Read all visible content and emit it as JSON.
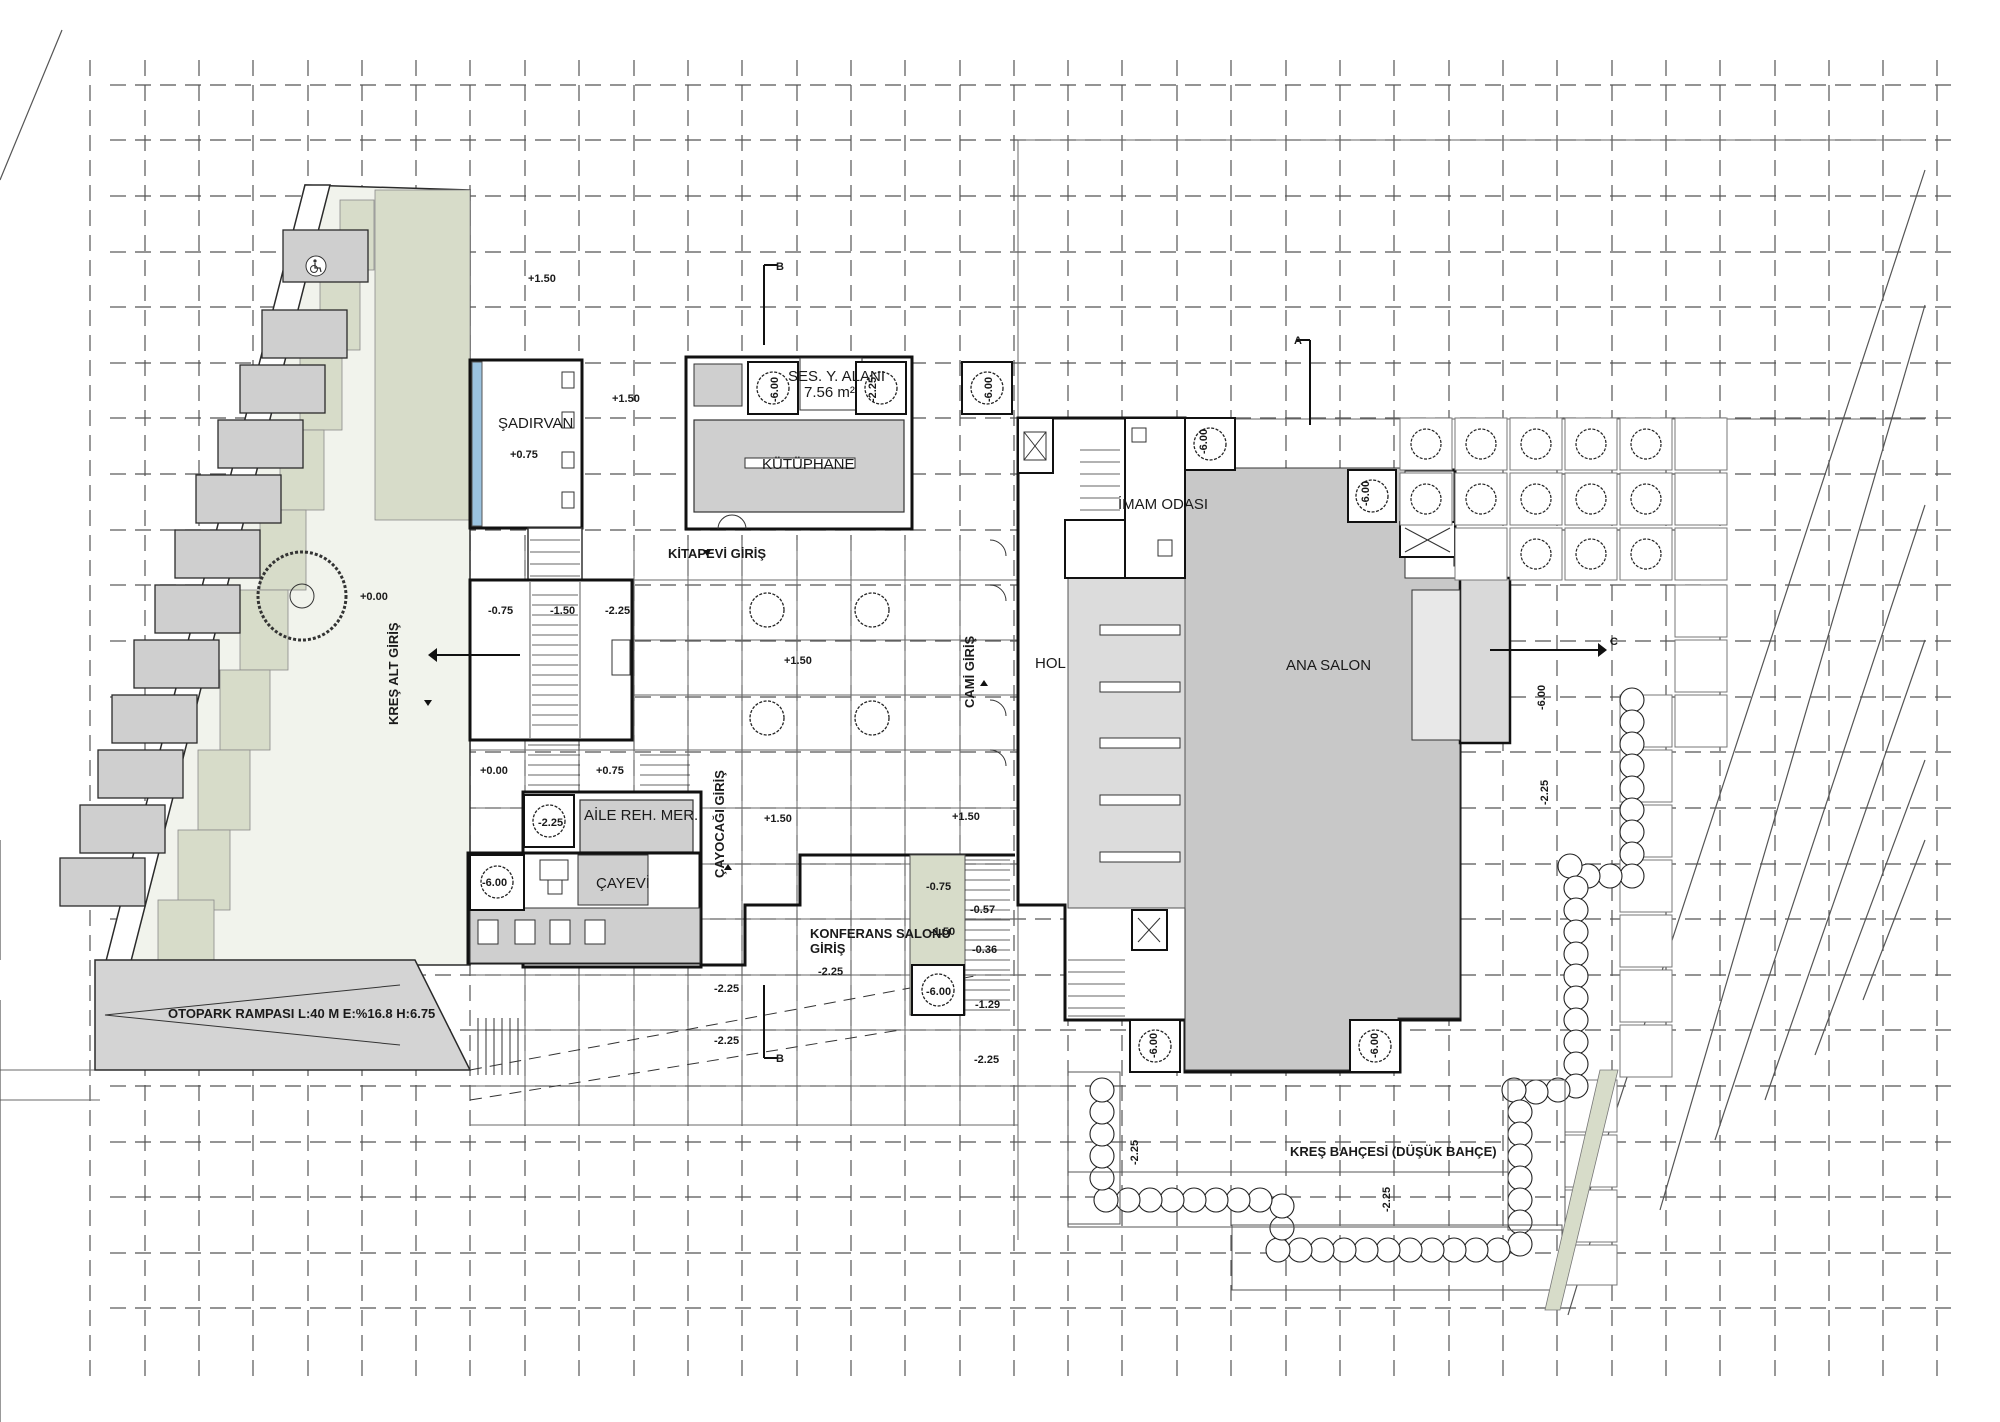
{
  "rooms": {
    "sadirvan": "ŞADIRVAN",
    "kutuphane": "KÜTÜPHANE",
    "ses_alani": "SES. Y. ALANI",
    "ses_area": "7.56 m²",
    "cayevi": "ÇAYEVİ",
    "aile_rehber": "AİLE REH. MER.",
    "imam_odasi": "İMAM ODASI",
    "hol": "HOL",
    "ana_salon": "ANA SALON"
  },
  "labels": {
    "kitapevi_giris": "KİTAPEVİ GİRİŞ",
    "kres_alt_giris": "KREŞ ALT GİRİŞ",
    "cami_giris": "CAMİ GİRİŞ",
    "cayocagi_giris": "ÇAYOCAĞI GİRİŞ",
    "konferans_1": "KONFERANS SALONU",
    "konferans_2": "GİRİŞ",
    "otopark_rampasi": "OTOPARK RAMPASI  L:40 M   E:%16.8    H:6.75",
    "kres_bahcesi": "KREŞ BAHÇESİ (DÜŞÜK BAHÇE)"
  },
  "section_markers": {
    "b": "B",
    "a": "A",
    "c": "C"
  },
  "elevations": {
    "e1": "+1.50",
    "e2": "+1.50",
    "e3": "+0.75",
    "e4": "+0.00",
    "e5": "-0.75",
    "e6": "-1.50",
    "e7": "-2.25",
    "e8": "+1.50",
    "e9": "+0.00",
    "e10": "+0.75",
    "e11": "+1.50",
    "e12": "+1.50",
    "e13": "-0.75",
    "e14": "-0.57",
    "e15": "-1.50",
    "e16": "-0.36",
    "e17": "-1.29",
    "e18": "-2.25",
    "e19": "-2.25",
    "e20": "-2.25",
    "e21": "-2.25",
    "e22": "-6.00",
    "e23": "-2.25",
    "e24": "-2.25",
    "e25": "-2.25",
    "t1": "-6.00",
    "t2": "-2.25",
    "t3": "-6.00",
    "t4": "-6.00",
    "t5": "-6.00",
    "t6": "-6.00",
    "t7": "-6.00",
    "t8": "-2.25",
    "t9": "-6.00",
    "t10": "-6.00"
  },
  "colors": {
    "line": "#2b2b2b",
    "grid": "#555555",
    "fill_gray": "#c8c8c8",
    "fill_light": "#e8e8e8",
    "green_tint": "#d7dcc9",
    "water": "#9bc3e0"
  },
  "icons": {
    "accessible_parking": "wheelchair-icon"
  }
}
